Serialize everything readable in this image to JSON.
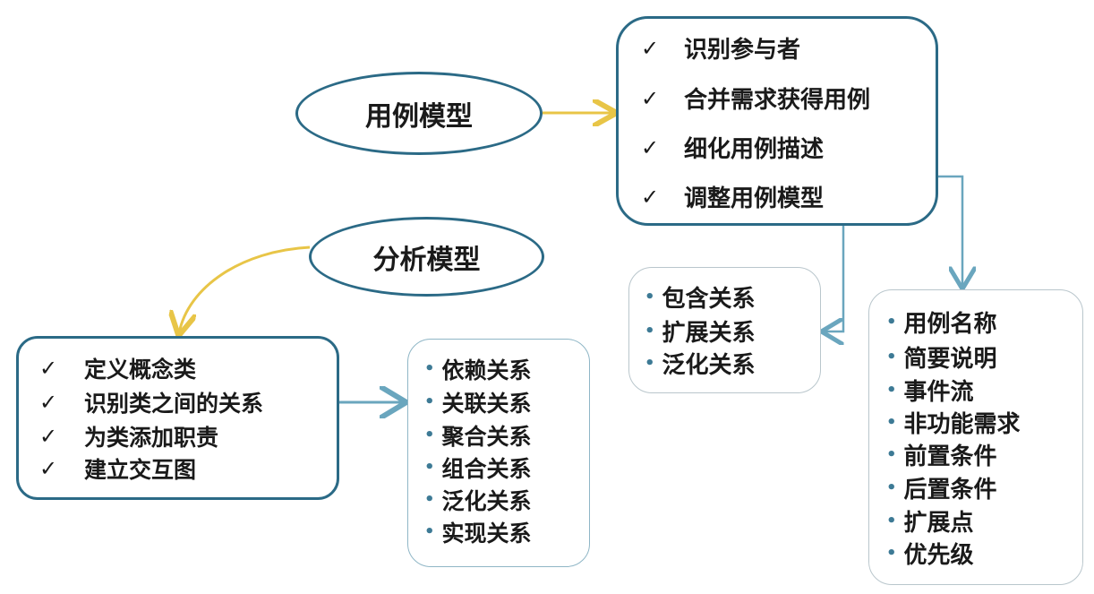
{
  "use_case_model": {
    "title": "用例模型",
    "steps": [
      "识别参与者",
      "合并需求获得用例",
      "细化用例描述",
      "调整用例模型"
    ]
  },
  "use_case_relations": [
    "包含关系",
    "扩展关系",
    "泛化关系"
  ],
  "use_case_description": [
    "用例名称",
    "简要说明",
    "事件流",
    "非功能需求",
    "前置条件",
    "后置条件",
    "扩展点",
    "优先级"
  ],
  "analysis_model": {
    "title": "分析模型",
    "steps": [
      "定义概念类",
      "识别类之间的关系",
      "为类添加职责",
      "建立交互图"
    ]
  },
  "class_relations": [
    "依赖关系",
    "关联关系",
    "聚合关系",
    "组合关系",
    "泛化关系",
    "实现关系"
  ],
  "icons": {
    "check": "✓",
    "bullet": "•"
  },
  "colors": {
    "border": "#2b6a86",
    "arrow_yellow": "#e8c547",
    "arrow_blue": "#6aa6be"
  }
}
